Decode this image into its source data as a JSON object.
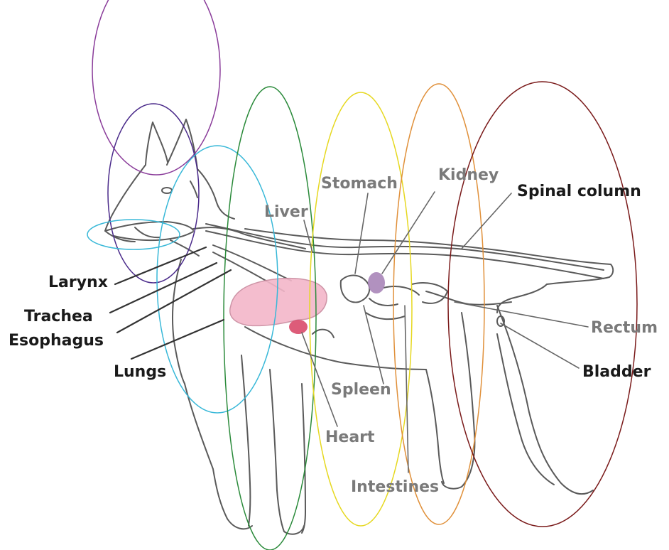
{
  "labels": {
    "larynx": "Larynx",
    "trachea": "Trachea",
    "esophagus": "Esophagus",
    "lungs": "Lungs",
    "liver": "Liver",
    "stomach": "Stomach",
    "kidney": "Kidney",
    "spinal_column": "Spinal column",
    "rectum": "Rectum",
    "bladder": "Bladder",
    "spleen": "Spleen",
    "heart": "Heart",
    "intestines": "Intestines"
  },
  "colors": {
    "outline": "#5a5a5a",
    "label_dark": "#1a1a1a",
    "label_grey": "#7a7a7a",
    "liver_fill": "#f3b6c9",
    "heart_fill": "#d94a6a",
    "kidney_fill": "#a985b8",
    "ring_head_top": "#8a3c9a",
    "ring_head": "#4a2a8a",
    "ring_nose": "#38b8d8",
    "ring_lungs": "#38b8d8",
    "ring_liver": "#2a8a3a",
    "ring_stomach": "#e6d820",
    "ring_kidney": "#e0903a",
    "ring_rear": "#7a1a1a"
  }
}
